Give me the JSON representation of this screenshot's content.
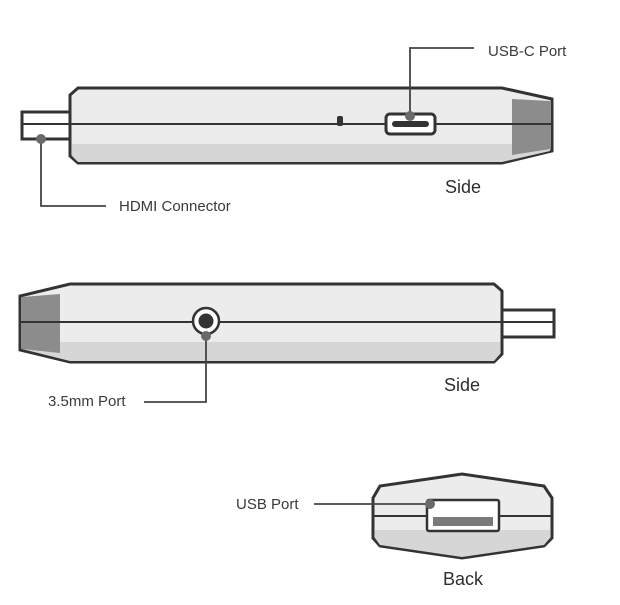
{
  "callouts": {
    "usb_c": "USB-C Port",
    "hdmi": "HDMI Connector",
    "audio": "3.5mm Port",
    "usb": "USB Port"
  },
  "views": {
    "side_top": "Side",
    "side_bottom": "Side",
    "back": "Back"
  },
  "colors": {
    "outline": "#333333",
    "body_light": "#ececec",
    "body_mid": "#d6d6d6",
    "end_cap": "#8c8c8c",
    "dot": "#6a6a6a",
    "leader": "#444444"
  }
}
